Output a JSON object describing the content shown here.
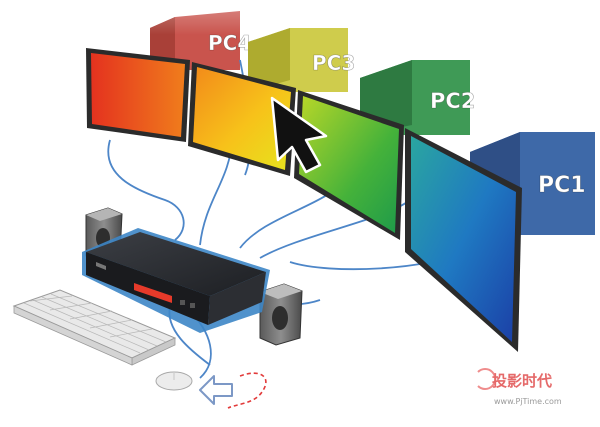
{
  "pcs": [
    {
      "label": "PC4",
      "color": "#c9544d"
    },
    {
      "label": "PC3",
      "color": "#cfcc4c"
    },
    {
      "label": "PC2",
      "color": "#3f9a56"
    },
    {
      "label": "PC1",
      "color": "#3e69a8"
    }
  ],
  "switch": {
    "display_color": "#e63a2a"
  },
  "cable_color": "#4d86c8",
  "watermark": {
    "text_cn": "投影时代",
    "url": "www.PjTime.com"
  }
}
